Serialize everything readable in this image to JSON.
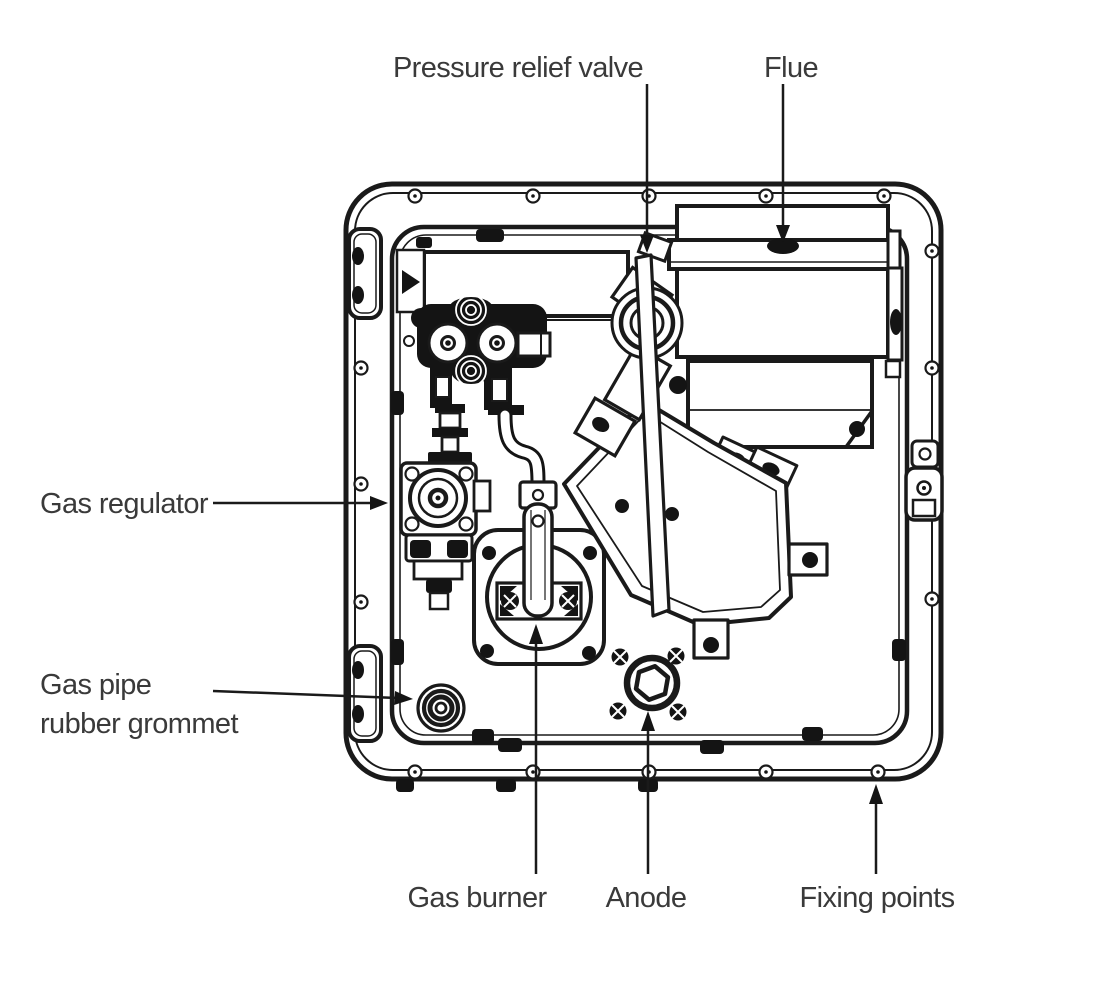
{
  "figure": {
    "type": "technical-line-diagram",
    "subject": "Gas water heater unit, front view with labeled components",
    "background_color": "#ffffff",
    "line_color": "#1a1a1a",
    "text_color": "#3a3a3a"
  },
  "labels": {
    "pressure_relief_valve": "Pressure relief valve",
    "flue": "Flue",
    "gas_regulator": "Gas regulator",
    "gas_pipe_line1": "Gas pipe",
    "gas_pipe_line2": "rubber grommet",
    "gas_burner": "Gas burner",
    "anode": "Anode",
    "fixing_points": "Fixing points"
  }
}
